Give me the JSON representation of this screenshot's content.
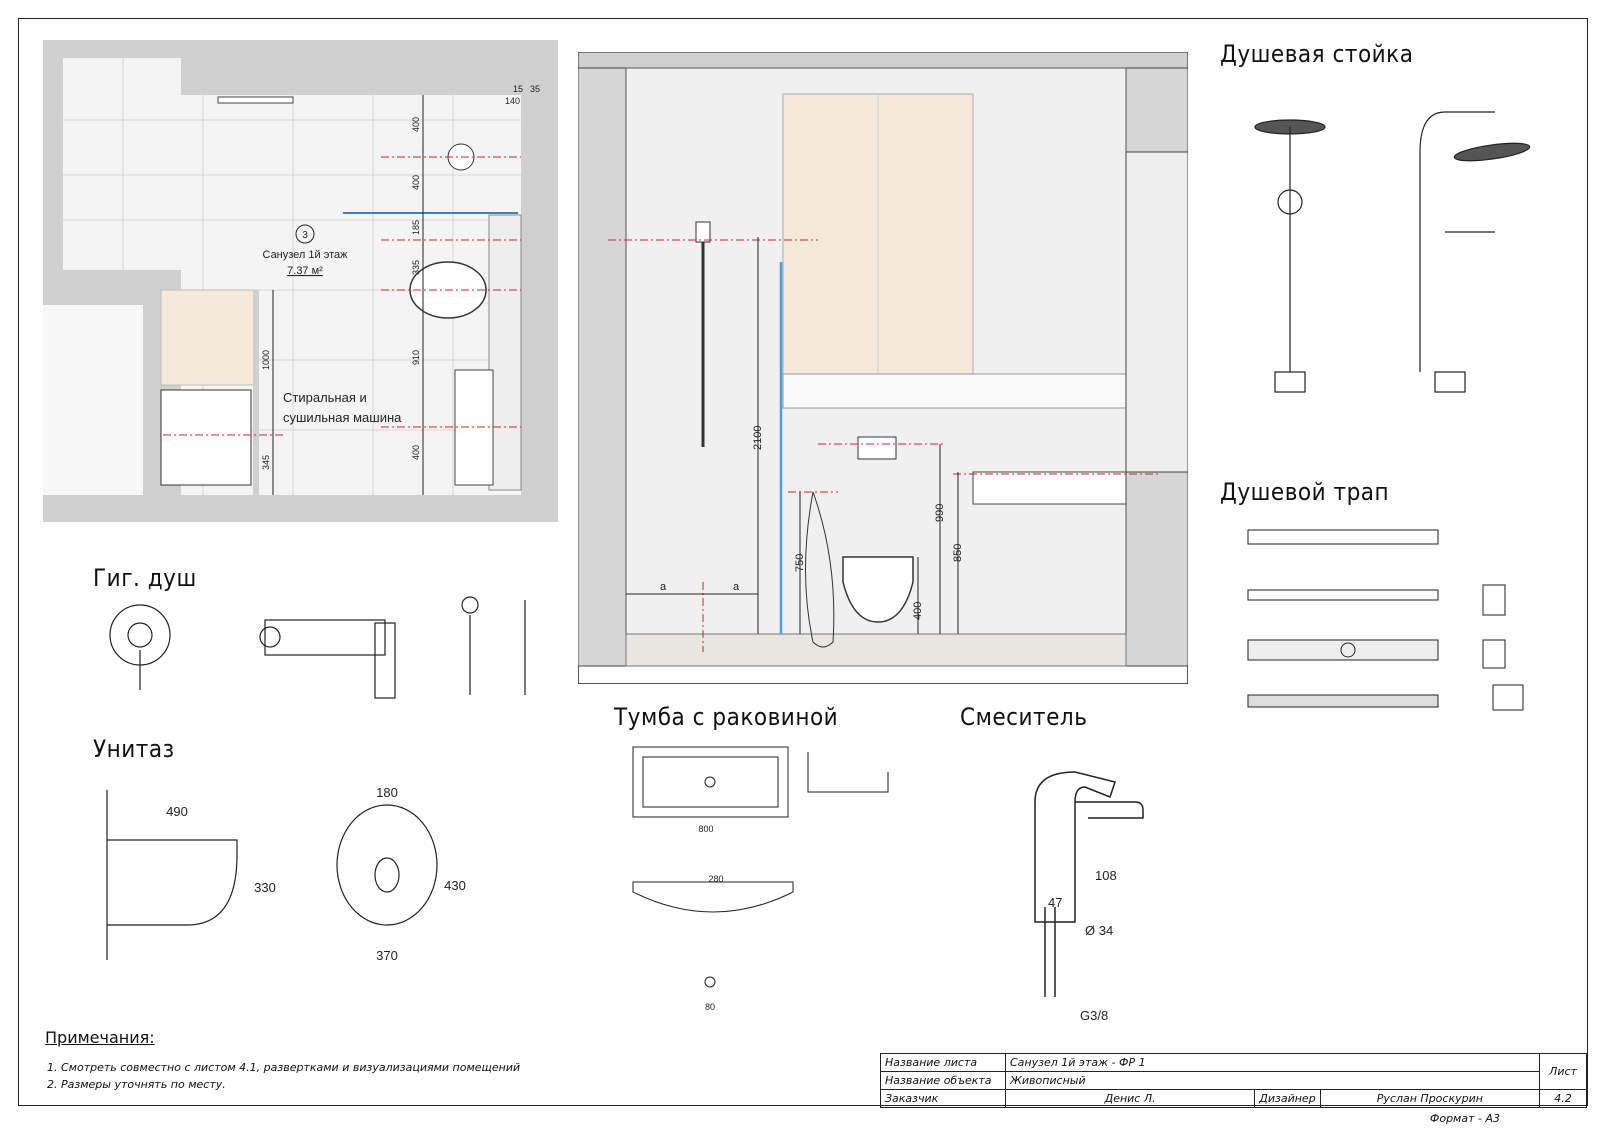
{
  "titles": {
    "shower_rack": "Душевая стойка",
    "shower_drain": "Душевой трап",
    "hygienic_shower": "Гиг. душ",
    "toilet": "Унитаз",
    "vanity": "Тумба с раковиной",
    "faucet": "Смеситель"
  },
  "plan": {
    "room_number": "3",
    "room_name": "Санузел 1й этаж",
    "room_area": "7.37 м²",
    "washer_label_1": "Стиральная и",
    "washer_label_2": "сушильная машина",
    "dims": [
      "400",
      "400",
      "185",
      "335",
      "910",
      "400",
      "1000",
      "345",
      "15",
      "35",
      "140"
    ]
  },
  "elevation": {
    "dims": [
      "2100",
      "750",
      "990",
      "850",
      "400",
      "a",
      "a"
    ]
  },
  "notes": {
    "title": "Примечания:",
    "items": [
      "Смотреть совместно с листом 4.1, развертками и визуализациями помещений",
      "Размеры уточнять по месту."
    ]
  },
  "title_block": {
    "sheet_name_label": "Название листа",
    "sheet_name_value": "Санузел 1й этаж - ФР 1",
    "object_name_label": "Название объекта",
    "object_name_value": "Живописный",
    "customer_label": "Заказчик",
    "customer_value": "Денис Л.",
    "designer_label": "Дизайнер",
    "designer_value": "Руслан Проскурин",
    "sheet_label": "Лист",
    "sheet_number": "4.2",
    "format": "Формат - А3"
  }
}
